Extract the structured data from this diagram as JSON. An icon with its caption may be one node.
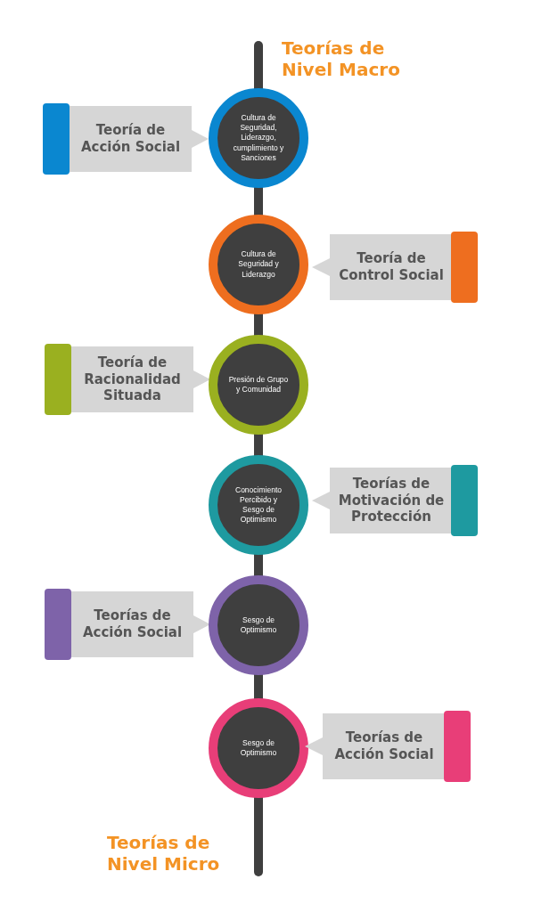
{
  "diagram": {
    "nodes": [
      {
        "text": [
          "Teoría de Acción Social"
        ]
      },
      {
        "text": [
          "Cultura de Seguridad, Liderazgo, cumplimiento y Sanciones"
        ]
      },
      {
        "text": [
          "Cultura de Seguridad y Liderazgo"
        ]
      },
      {
        "text": [
          "Teoría de Control Social"
        ]
      },
      {
        "text": [
          "Teoría de Racionalidad Situada"
        ]
      },
      {
        "text": [
          "Presión de Grupo y Comunidad"
        ]
      },
      {
        "text": [
          "Conocimiento Percibido y Sesgo de Optimismo"
        ]
      },
      {
        "text": [
          "Teorías de Motivación de Protección"
        ]
      },
      {
        "text": [
          "Teorías de Acción Social"
        ]
      },
      {
        "text": [
          "Sesgo de Optimismo"
        ]
      },
      {
        "text": [
          "Sesgo de Optimismo"
        ]
      },
      {
        "text": [
          "Teorías de Acción Social"
        ]
      }
    ],
    "labels": [
      "Teorías de Nivel Macro",
      "Teorías de Nivel Micro"
    ]
  }
}
